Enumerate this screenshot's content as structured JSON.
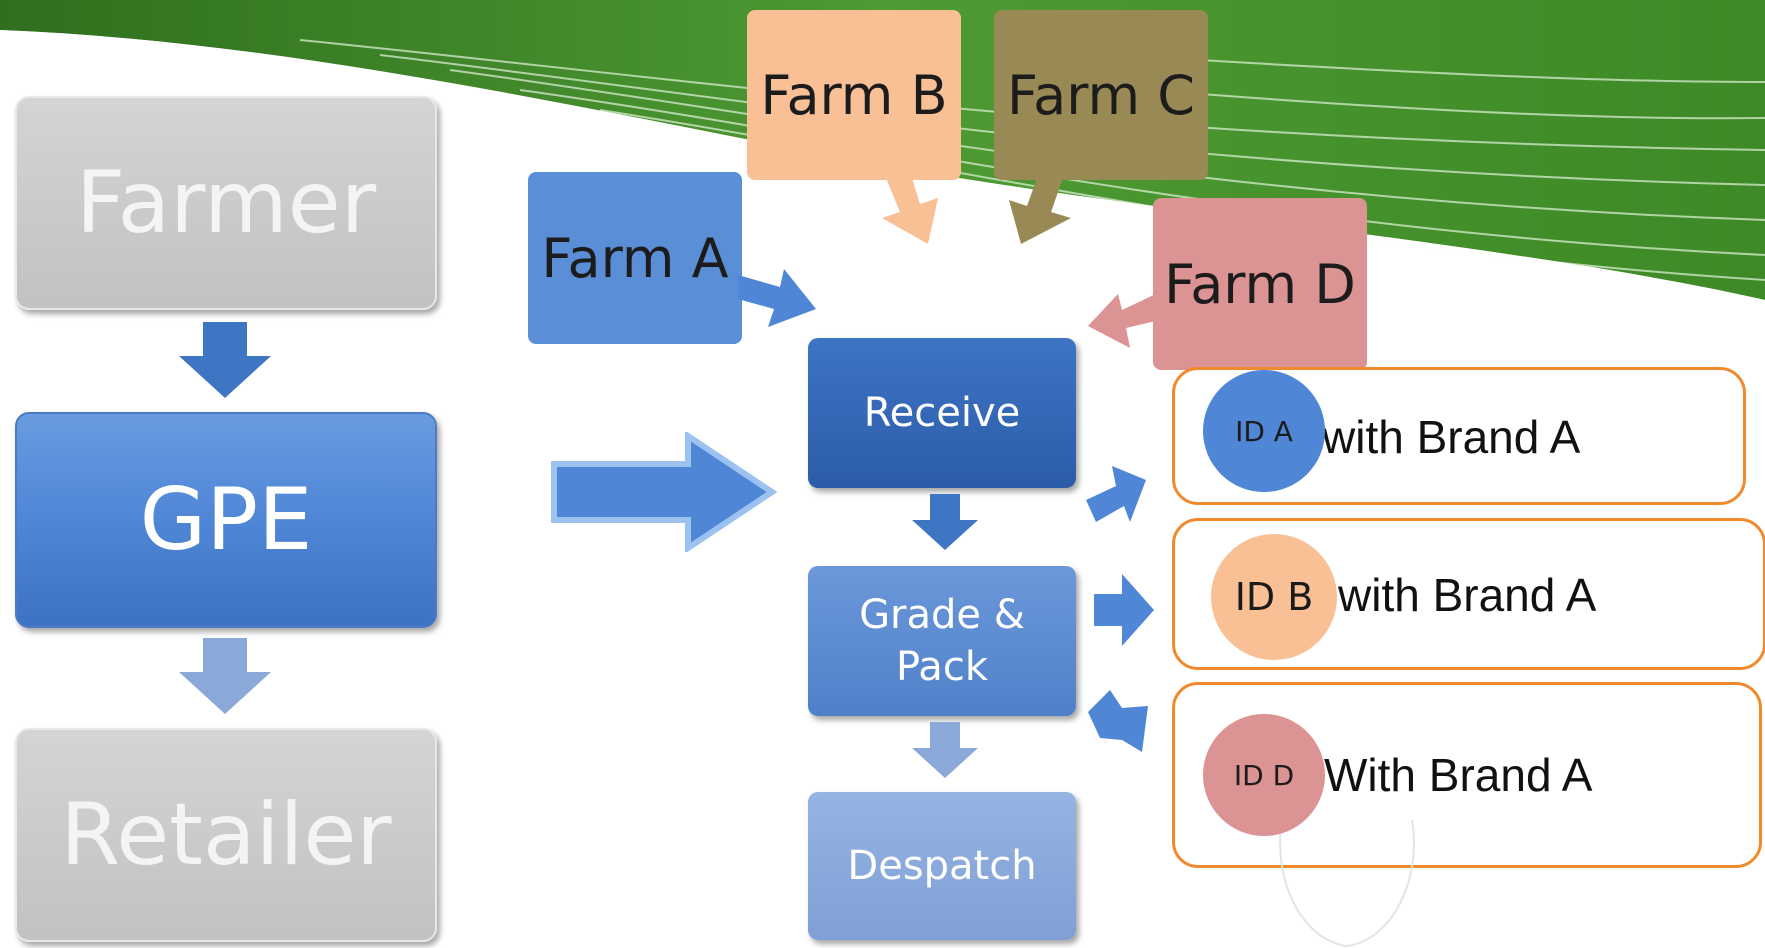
{
  "chain": {
    "farmer": "Farmer",
    "gpe": "GPE",
    "retailer": "Retailer"
  },
  "farms": {
    "a": "Farm A",
    "b": "Farm B",
    "c": "Farm C",
    "d": "Farm D"
  },
  "process": {
    "receive": "Receive",
    "grade_pack": "Grade &\nPack",
    "despatch": "Despatch"
  },
  "outputs": [
    {
      "id": "ID A",
      "text": "with Brand A"
    },
    {
      "id": "ID B",
      "text": "with Brand A"
    },
    {
      "id": "ID D",
      "text": "With Brand A"
    }
  ],
  "colors": {
    "farm_a": "#5a8fd8",
    "farm_b": "#f9c096",
    "farm_c": "#998a55",
    "farm_d": "#dc9393",
    "box_border": "#f08a2c",
    "green_band": "#3f8f2a"
  }
}
